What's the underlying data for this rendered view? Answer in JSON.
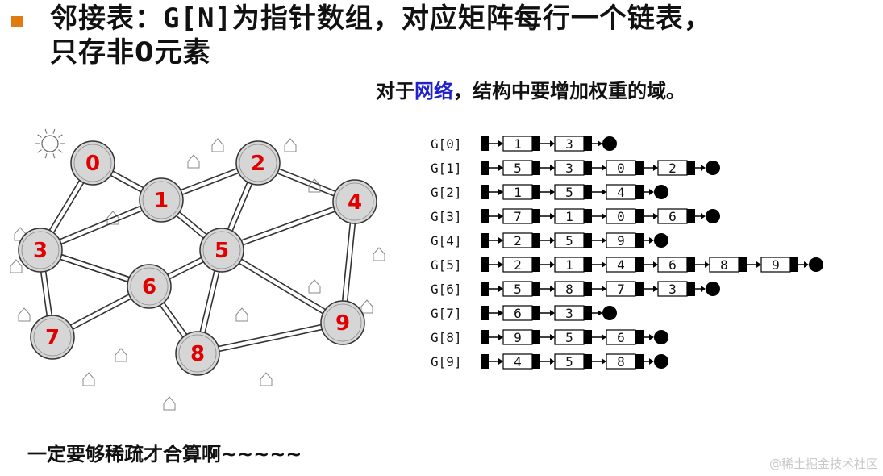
{
  "colors": {
    "bullet": "#e07b12",
    "accent_blue": "#2222cc",
    "node_label_red": "#e00000",
    "node_fill": "#d6d6d6",
    "road": "#333333",
    "watermark": "#c8c8c8"
  },
  "heading": {
    "prefix": "邻接表：",
    "code": "G[N]",
    "line1_rest": "为指针数组，对应矩阵每行一个链表，",
    "line2": "只存非0元素"
  },
  "network_note": {
    "before": "对于",
    "highlight": "网络",
    "after": "，结构中要增加权重的域。"
  },
  "graph": {
    "nodes": [
      "0",
      "1",
      "2",
      "3",
      "4",
      "5",
      "6",
      "7",
      "8",
      "9"
    ],
    "edges": [
      [
        "0",
        "1"
      ],
      [
        "0",
        "3"
      ],
      [
        "1",
        "2"
      ],
      [
        "1",
        "3"
      ],
      [
        "1",
        "5"
      ],
      [
        "2",
        "4"
      ],
      [
        "2",
        "5"
      ],
      [
        "3",
        "6"
      ],
      [
        "3",
        "7"
      ],
      [
        "4",
        "5"
      ],
      [
        "4",
        "9"
      ],
      [
        "5",
        "6"
      ],
      [
        "5",
        "8"
      ],
      [
        "5",
        "9"
      ],
      [
        "6",
        "7"
      ],
      [
        "6",
        "8"
      ],
      [
        "6",
        "3"
      ],
      [
        "8",
        "9"
      ]
    ]
  },
  "adjacency_list": [
    {
      "label": "G[0]",
      "items": [
        "1",
        "3"
      ]
    },
    {
      "label": "G[1]",
      "items": [
        "5",
        "3",
        "0",
        "2"
      ]
    },
    {
      "label": "G[2]",
      "items": [
        "1",
        "5",
        "4"
      ]
    },
    {
      "label": "G[3]",
      "items": [
        "7",
        "1",
        "0",
        "6"
      ]
    },
    {
      "label": "G[4]",
      "items": [
        "2",
        "5",
        "9"
      ]
    },
    {
      "label": "G[5]",
      "items": [
        "2",
        "1",
        "4",
        "6",
        "8",
        "9"
      ]
    },
    {
      "label": "G[6]",
      "items": [
        "5",
        "8",
        "7",
        "3"
      ]
    },
    {
      "label": "G[7]",
      "items": [
        "6",
        "3"
      ]
    },
    {
      "label": "G[8]",
      "items": [
        "9",
        "5",
        "6"
      ]
    },
    {
      "label": "G[9]",
      "items": [
        "4",
        "5",
        "8"
      ]
    }
  ],
  "footer_note": "一定要够稀疏才合算啊~~~~~",
  "watermark": "@稀土掘金技术社区"
}
